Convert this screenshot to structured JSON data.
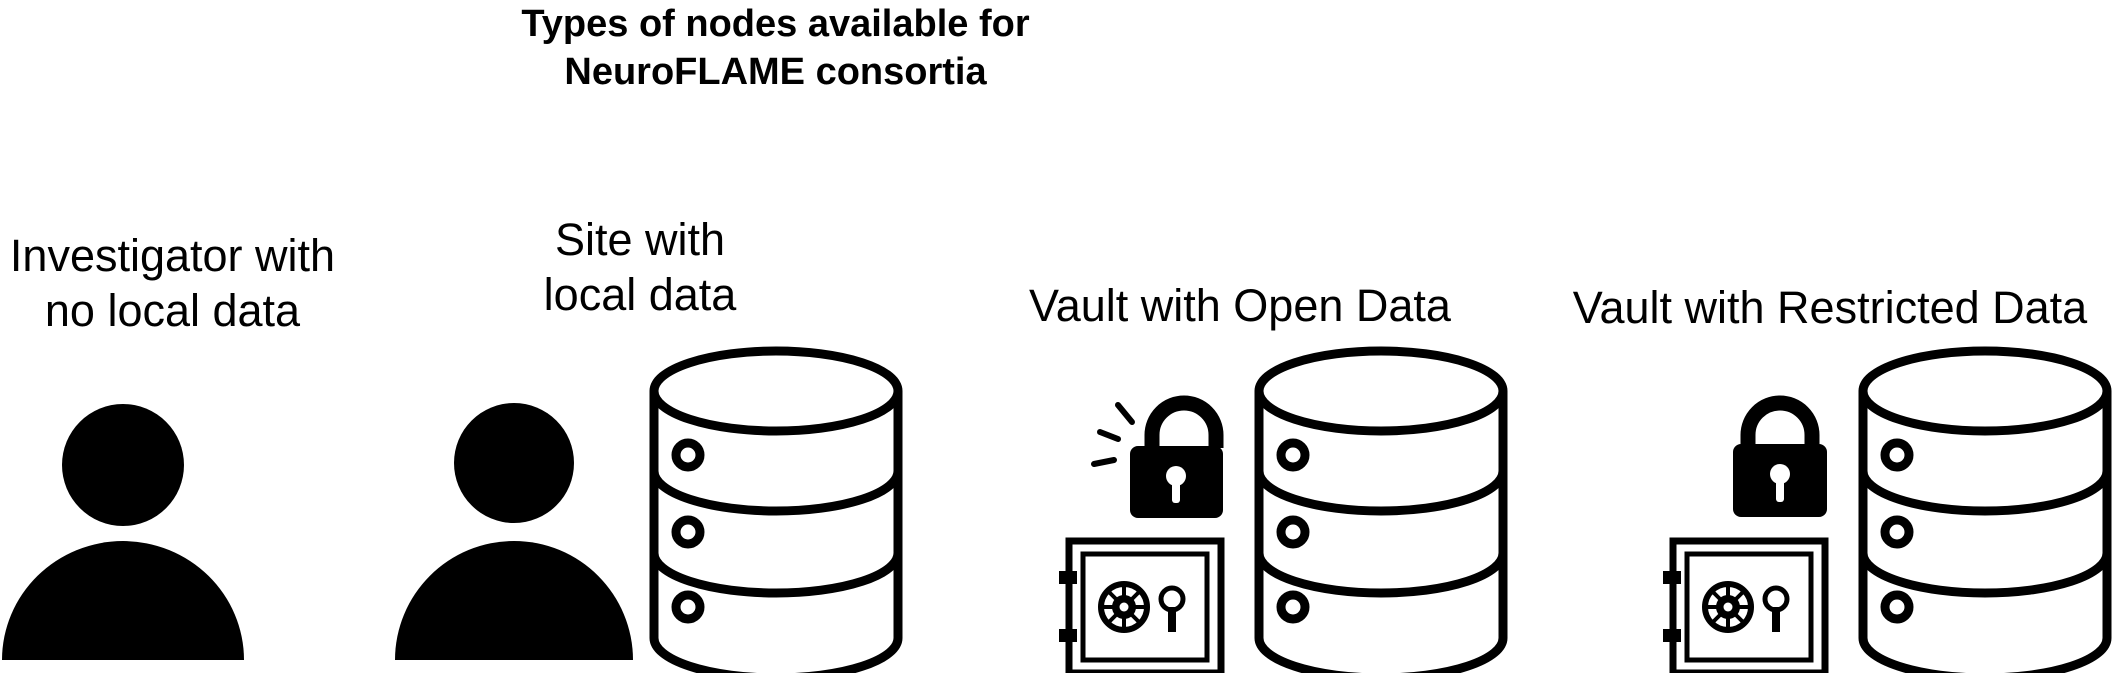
{
  "title": {
    "line1": "Types of nodes available for",
    "line2": "NeuroFLAME consortia"
  },
  "nodes": [
    {
      "label_line1": "Investigator with",
      "label_line2": "no local data",
      "icons": [
        "person-icon"
      ]
    },
    {
      "label_line1": "Site with",
      "label_line2": "local data",
      "icons": [
        "person-icon",
        "database-icon"
      ]
    },
    {
      "label_line1": "Vault with Open Data",
      "icons": [
        "unlocked-padlock-icon",
        "safe-icon",
        "database-icon"
      ]
    },
    {
      "label_line1": "Vault with Restricted Data",
      "icons": [
        "locked-padlock-icon",
        "safe-icon",
        "database-icon"
      ]
    }
  ],
  "colors": {
    "ink": "#000000",
    "background": "#ffffff"
  }
}
